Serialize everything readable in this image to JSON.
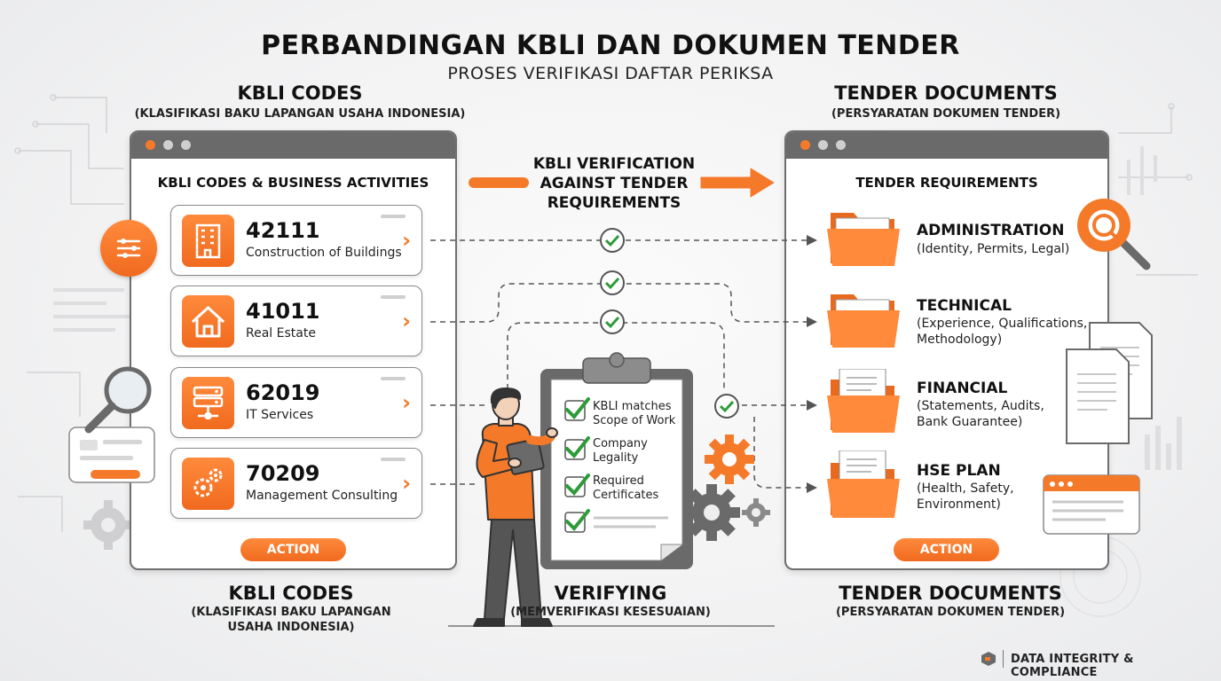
{
  "title": "PERBANDINGAN KBLI DAN DOKUMEN TENDER",
  "subtitle": "PROSES VERIFIKASI DAFTAR PERIKSA",
  "left": {
    "title": "KBLI CODES",
    "subtitle": "(KLASIFIKASI BAKU LAPANGAN USAHA INDONESIA)",
    "panel_heading": "KBLI CODES & BUSINESS ACTIVITIES",
    "items": [
      {
        "code": "42111",
        "name": "Construction of Buildings",
        "icon": "building-icon"
      },
      {
        "code": "41011",
        "name": "Real Estate",
        "icon": "house-icon"
      },
      {
        "code": "62019",
        "name": "IT Services",
        "icon": "server-icon"
      },
      {
        "code": "70209",
        "name": "Management Consulting",
        "icon": "gears-icon"
      }
    ],
    "action": "ACTION",
    "bottom_title": "KBLI CODES",
    "bottom_sub_line1": "(KLASIFIKASI BAKU LAPANGAN",
    "bottom_sub_line2": "USAHA INDONESIA)"
  },
  "middle": {
    "arrow_label_line1": "KBLI VERIFICATION",
    "arrow_label_line2": "AGAINST TENDER",
    "arrow_label_line3": "REQUIREMENTS",
    "checklist": [
      {
        "line1": "KBLI matches",
        "line2": "Scope of Work"
      },
      {
        "line1": "Company",
        "line2": "Legality"
      },
      {
        "line1": "Required",
        "line2": "Certificates"
      }
    ],
    "bottom_title": "VERIFYING",
    "bottom_sub": "(MEMVERIFIKASI KESESUAIAN)"
  },
  "right": {
    "title": "TENDER DOCUMENTS",
    "subtitle": "(PERSYARATAN DOKUMEN TENDER)",
    "panel_heading": "TENDER REQUIREMENTS",
    "items": [
      {
        "title": "ADMINISTRATION",
        "desc_line1": "(Identity, Permits, Legal)",
        "desc_line2": ""
      },
      {
        "title": "TECHNICAL",
        "desc_line1": "(Experience, Qualifications,",
        "desc_line2": "Methodology)"
      },
      {
        "title": "FINANCIAL",
        "desc_line1": "(Statements, Audits,",
        "desc_line2": "Bank Guarantee)"
      },
      {
        "title": "HSE PLAN",
        "desc_line1": "(Health, Safety,",
        "desc_line2": "Environment)"
      }
    ],
    "action": "ACTION",
    "bottom_title": "TENDER DOCUMENTS",
    "bottom_sub": "(PERSYARATAN DOKUMEN TENDER)"
  },
  "footer": {
    "brand": "DATA INTEGRITY & COMPLIANCE"
  },
  "colors": {
    "accent": "#f47a2a",
    "check": "#2e9a3a",
    "dark": "#6a6a6a"
  }
}
